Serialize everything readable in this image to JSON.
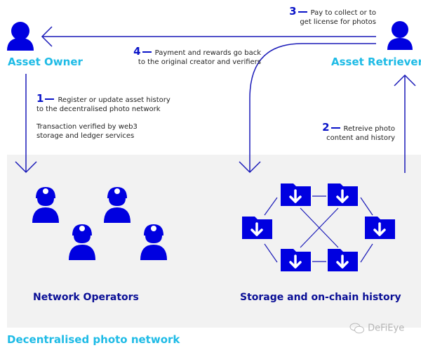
{
  "actors": {
    "owner": {
      "label": "Asset Owner",
      "icon": "person-icon"
    },
    "retriever": {
      "label": "Asset Retriever",
      "icon": "person-icon"
    }
  },
  "steps": [
    {
      "number": "1",
      "lines": [
        "Register or update asset history",
        "to the decentralised photo network"
      ],
      "note": [
        "Transaction verified by web3",
        "storage and ledger services"
      ]
    },
    {
      "number": "2",
      "lines": [
        "Retreive photo",
        "content and history"
      ]
    },
    {
      "number": "3",
      "lines": [
        "Pay to collect or to",
        "get license for photos"
      ]
    },
    {
      "number": "4",
      "lines": [
        "Payment and rewards go back",
        "to the original creator and verifiers"
      ]
    }
  ],
  "groups": {
    "operators": {
      "label": "Network Operators",
      "icon": "miner-icon",
      "count": 4
    },
    "storage": {
      "label": "Storage and on-chain history",
      "icon": "folder-download-icon",
      "count": 6
    }
  },
  "network_label": "Decentralised photo network",
  "watermark": {
    "text": "DeFiEye",
    "icon": "wechat-icon"
  },
  "colors": {
    "primary": "#0000e0",
    "line": "#1a1ab8",
    "accent": "#1ebbe6",
    "panel": "#f2f2f2",
    "heading": "#0a0f96"
  }
}
